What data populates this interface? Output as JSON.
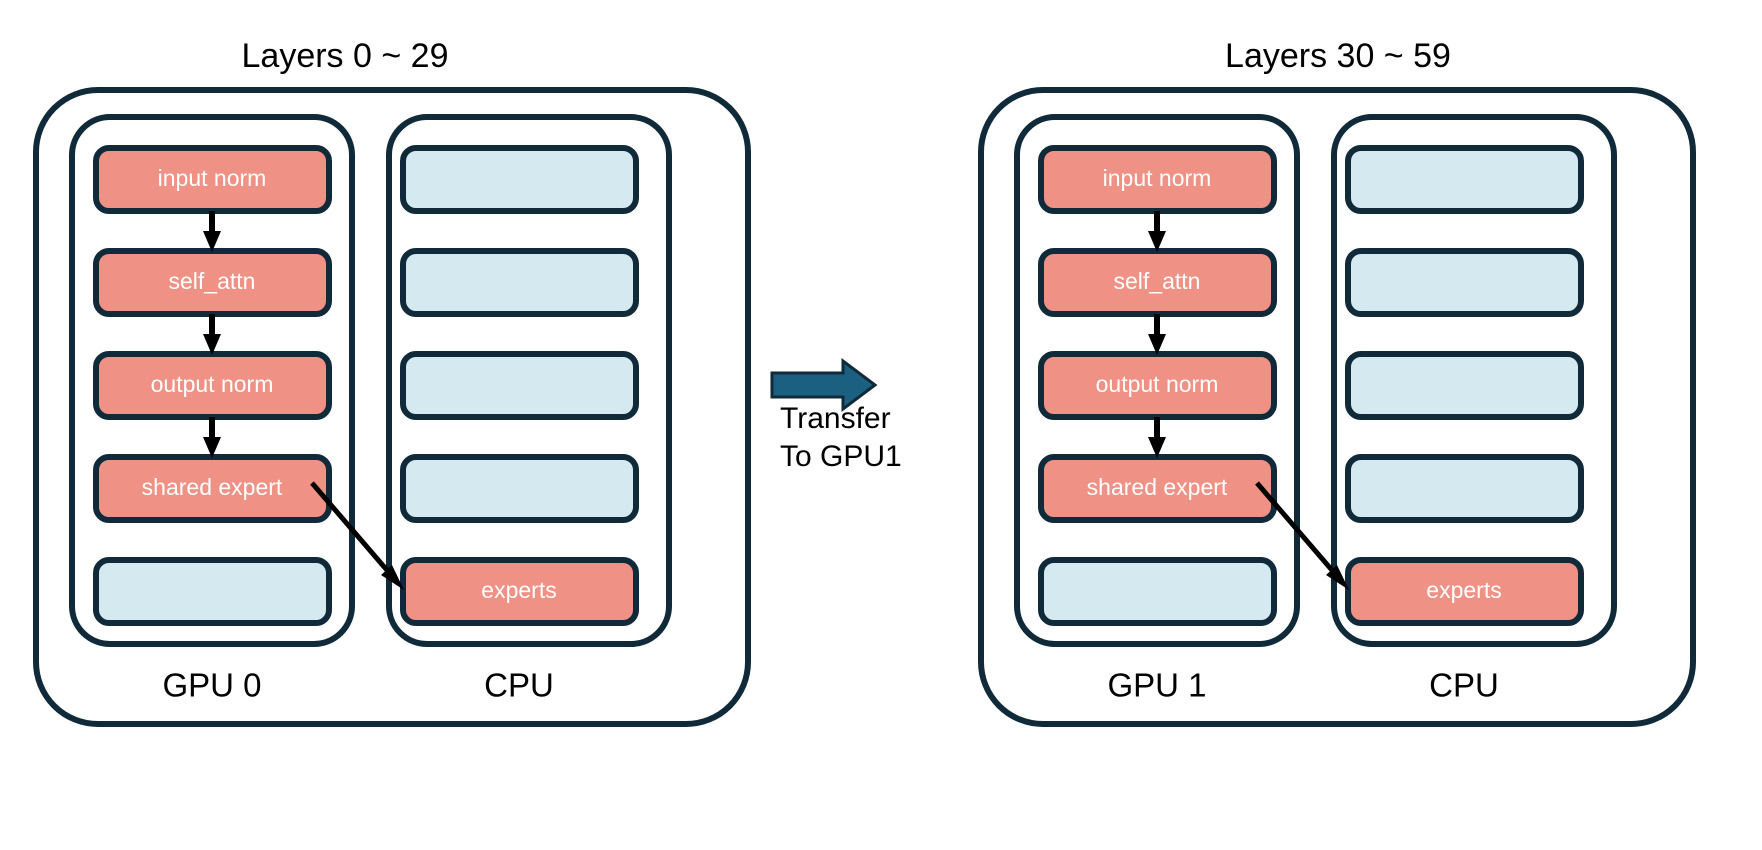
{
  "diagram": {
    "title_left": "Layers 0 ~ 29",
    "title_right": "Layers 30 ~ 59",
    "transfer_label_line1": "Transfer",
    "transfer_label_line2": "To GPU1",
    "colors": {
      "stroke": "#102a3a",
      "active_block": "#ef9184",
      "inactive_block": "#d4e9f0",
      "transfer_arrow": "#1b6080",
      "block_text": "#ffffff",
      "label_text": "#000000",
      "background": "#ffffff"
    }
  },
  "groups": [
    {
      "id": "group-left",
      "title": "Layers 0 ~ 29",
      "device_label": "GPU 0",
      "host_label": "CPU",
      "device_blocks": [
        {
          "label": "input norm",
          "state": "active"
        },
        {
          "label": "self_attn",
          "state": "active"
        },
        {
          "label": "output norm",
          "state": "active"
        },
        {
          "label": "shared expert",
          "state": "active"
        },
        {
          "label": "",
          "state": "inactive"
        }
      ],
      "host_blocks": [
        {
          "label": "",
          "state": "inactive"
        },
        {
          "label": "",
          "state": "inactive"
        },
        {
          "label": "",
          "state": "inactive"
        },
        {
          "label": "",
          "state": "inactive"
        },
        {
          "label": "experts",
          "state": "active"
        }
      ]
    },
    {
      "id": "group-right",
      "title": "Layers 30 ~ 59",
      "device_label": "GPU 1",
      "host_label": "CPU",
      "device_blocks": [
        {
          "label": "input norm",
          "state": "active"
        },
        {
          "label": "self_attn",
          "state": "active"
        },
        {
          "label": "output norm",
          "state": "active"
        },
        {
          "label": "shared expert",
          "state": "active"
        },
        {
          "label": "",
          "state": "inactive"
        }
      ],
      "host_blocks": [
        {
          "label": "",
          "state": "inactive"
        },
        {
          "label": "",
          "state": "inactive"
        },
        {
          "label": "",
          "state": "inactive"
        },
        {
          "label": "",
          "state": "inactive"
        },
        {
          "label": "experts",
          "state": "active"
        }
      ]
    }
  ]
}
